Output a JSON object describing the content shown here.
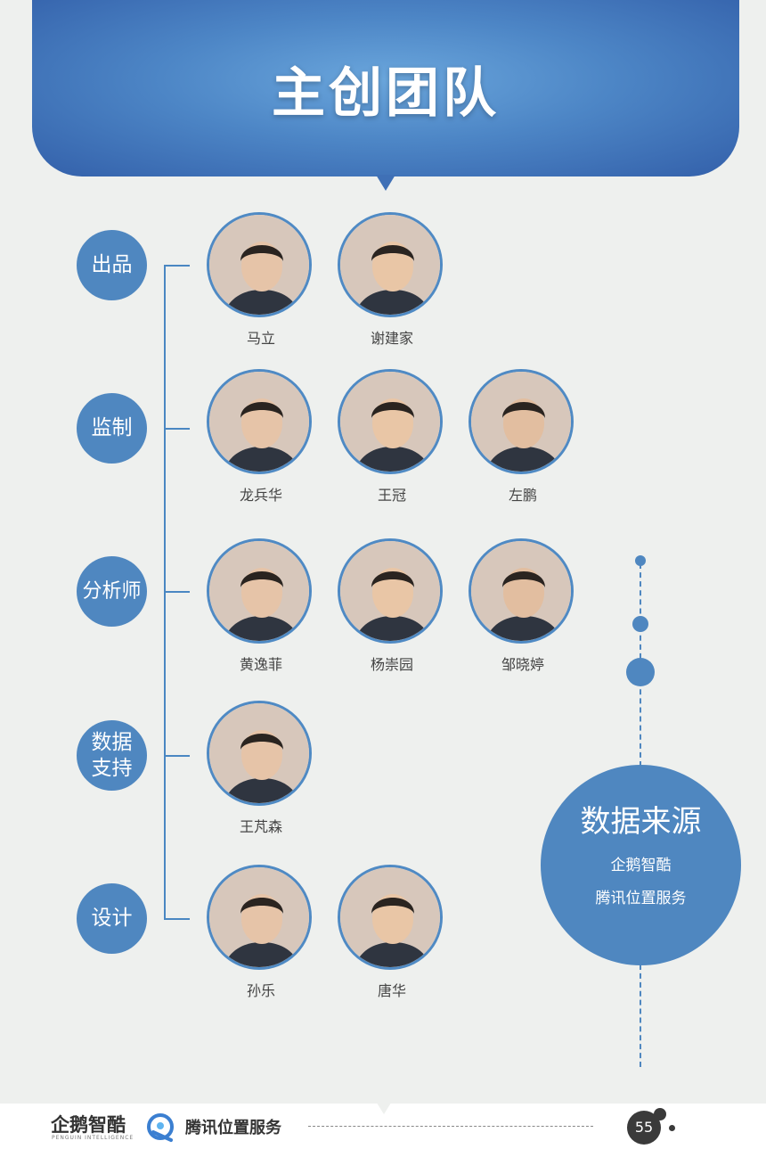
{
  "header": {
    "title": "主创团队"
  },
  "roles": [
    {
      "label": "出品",
      "members": [
        "马立",
        "谢建家"
      ]
    },
    {
      "label": "监制",
      "members": [
        "龙兵华",
        "王冠",
        "左鹏"
      ]
    },
    {
      "label": "分析师",
      "members": [
        "黄逸菲",
        "杨崇园",
        "邹晓婷"
      ]
    },
    {
      "label": "数据\n支持",
      "members": [
        "王芃森"
      ]
    },
    {
      "label": "设计",
      "members": [
        "孙乐",
        "唐华"
      ]
    }
  ],
  "data_source": {
    "title": "数据来源",
    "lines": [
      "企鹅智酷",
      "腾讯位置服务"
    ]
  },
  "footer": {
    "logo_penguin": "企鹅智酷",
    "logo_penguin_sub": "PENGUIN INTELLIGENCE",
    "logo_tencent": "腾讯位置服务",
    "page_number": "55"
  },
  "colors": {
    "accent": "#4f87c0",
    "header": "#4d86c6",
    "background": "#eef0ee"
  }
}
